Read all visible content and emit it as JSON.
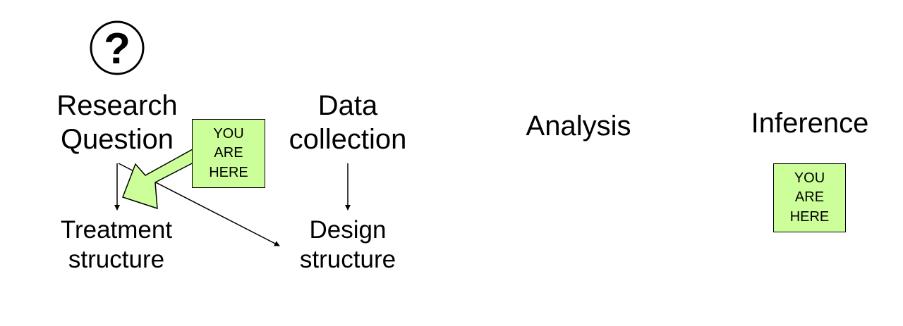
{
  "question_symbol": "?",
  "nodes": {
    "research_question": "Research\nQuestion",
    "data_collection": "Data\ncollection",
    "analysis": "Analysis",
    "inference": "Inference",
    "treatment_structure": "Treatment\nstructure",
    "design_structure": "Design\nstructure"
  },
  "markers": {
    "you_are_here_1": "YOU\nARE\nHERE",
    "you_are_here_2": "YOU\nARE\nHERE"
  },
  "colors": {
    "marker_fill": "#ccff99",
    "line": "#000000"
  },
  "icons": [
    "question-mark-icon",
    "pointer-arrow-icon"
  ]
}
